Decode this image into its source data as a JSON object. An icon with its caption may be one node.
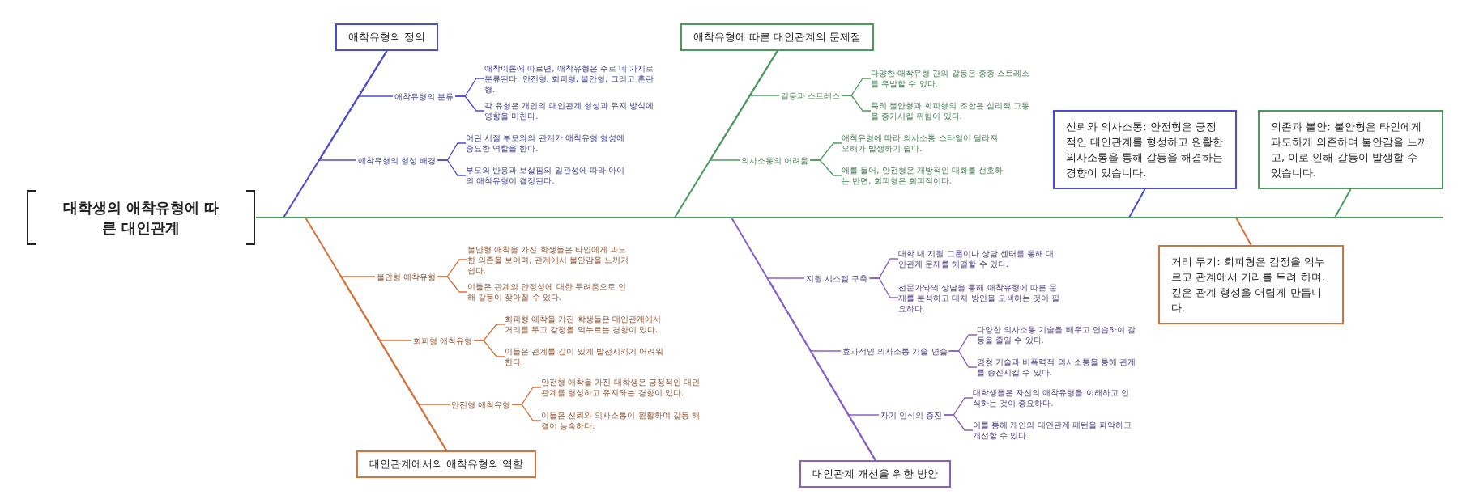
{
  "diagram": {
    "nodes": [
      {
        "text": [
          "대학생의 애착유형에 따른 대인관계"
        ]
      },
      {
        "text": [
          "애착유형의 정의"
        ]
      },
      {
        "text": [
          "애착유형의 분류"
        ]
      },
      {
        "text": [
          "애착이론에 따르면, 애착유형은 주로 네 가지로 분류된다: 안전형, 회피형, 불안형, 그리고 혼란형."
        ]
      },
      {
        "text": [
          "각 유형은 개인의 대인관계 형성과 유지 방식에 영향을 미친다."
        ]
      },
      {
        "text": [
          "애착유형의 형성 배경"
        ]
      },
      {
        "text": [
          "어린 시절 부모와의 관계가 애착유형 형성에 중요한 역할을 한다."
        ]
      },
      {
        "text": [
          "부모의 반응과 보살핌의 일관성에 따라 아이의 애착유형이 결정된다."
        ]
      },
      {
        "text": [
          "애착유형에 따른 대인관계의 문제점"
        ]
      },
      {
        "text": [
          "갈등과 스트레스"
        ]
      },
      {
        "text": [
          "다양한 애착유형 간의 갈등은 종종 스트레스를 유발할 수 있다."
        ]
      },
      {
        "text": [
          "특히 불안형과 회피형의 조합은 심리적 고통을 증가시킬 위험이 있다."
        ]
      },
      {
        "text": [
          "의사소통의 어려움"
        ]
      },
      {
        "text": [
          "애착유형에 따라 의사소통 스타일이 달라져 오해가 발생하기 쉽다."
        ]
      },
      {
        "text": [
          "예를 들어, 안전형은 개방적인 대화를 선호하는 반면, 회피형은 회피적이다."
        ]
      },
      {
        "text": [
          "신뢰와 의사소통: 안전형은 긍정적인 대인관계를 형성하고 원활한 의사소통을 통해 갈등을 해결하는 경향이 있습니다."
        ]
      },
      {
        "text": [
          "의존과 불안: 불안형은 타인에게 과도하게 의존하며 불안감을 느끼고, 이로 인해 갈등이 발생할 수 있습니다."
        ]
      },
      {
        "text": [
          "대인관계에서의 애착유형의 역할"
        ]
      },
      {
        "text": [
          "불안형 애착유형"
        ]
      },
      {
        "text": [
          "불안형 애착을 가진 학생들은 타인에게 과도한 의존을 보이며, 관계에서 불안감을 느끼기 쉽다."
        ]
      },
      {
        "text": [
          "이들은 관계의 안정성에 대한 두려움으로 인해 갈등이 잦아질 수 있다."
        ]
      },
      {
        "text": [
          "회피형 애착유형"
        ]
      },
      {
        "text": [
          "회피형 애착을 가진 학생들은 대인관계에서 거리를 두고 감정을 억누르는 경향이 있다."
        ]
      },
      {
        "text": [
          "이들은 관계를 깊이 있게 발전시키기 어려워한다."
        ]
      },
      {
        "text": [
          "안전형 애착유형"
        ]
      },
      {
        "text": [
          "안전형 애착을 가진 대학생은 긍정적인 대인관계를 형성하고 유지하는 경향이 있다."
        ]
      },
      {
        "text": [
          "이들은 신뢰와 의사소통이 원활하여 갈등 해결이 능숙하다."
        ]
      },
      {
        "text": [
          "대인관계 개선을 위한 방안"
        ]
      },
      {
        "text": [
          "지원 시스템 구축"
        ]
      },
      {
        "text": [
          "대학 내 지원 그룹이나 상담 센터를 통해 대인관계 문제를 해결할 수 있다."
        ]
      },
      {
        "text": [
          "전문가와의 상담을 통해 애착유형에 따른 문제를 분석하고 대처 방안을 모색하는 것이 필요하다."
        ]
      },
      {
        "text": [
          "효과적인 의사소통 기술 연습"
        ]
      },
      {
        "text": [
          "다양한 의사소통 기술을 배우고 연습하여 갈등을 줄일 수 있다."
        ]
      },
      {
        "text": [
          "경청 기술과 비폭력적 의사소통을 통해 관계를 증진시킬 수 있다."
        ]
      },
      {
        "text": [
          "자기 인식의 증진"
        ]
      },
      {
        "text": [
          "대학생들은 자신의 애착유형을 이해하고 인식하는 것이 중요하다."
        ]
      },
      {
        "text": [
          "이를 통해 개인의 대인관계 패턴을 파악하고 개선할 수 있다."
        ]
      },
      {
        "text": [
          "거리 두기: 회피형은 감정을 억누르고 관계에서 거리를 두려 하며, 깊은 관계 형성을 어렵게 만듭니다."
        ]
      }
    ],
    "edges": [
      {
        "from": 1,
        "to": 0,
        "arrow": "none",
        "color": "#4b4bd4"
      },
      {
        "from": 2,
        "to": 1,
        "arrow": "none",
        "color": "#4b4bd4"
      },
      {
        "from": 3,
        "to": 2,
        "arrow": "none",
        "color": "#4b4bd4"
      },
      {
        "from": 4,
        "to": 2,
        "arrow": "none",
        "color": "#4b4bd4"
      },
      {
        "from": 5,
        "to": 1,
        "arrow": "none",
        "color": "#4b4bd4"
      },
      {
        "from": 6,
        "to": 5,
        "arrow": "none",
        "color": "#4b4bd4"
      },
      {
        "from": 7,
        "to": 5,
        "arrow": "none",
        "color": "#4b4bd4"
      },
      {
        "from": 8,
        "to": 0,
        "arrow": "none",
        "color": "#4c9a5e"
      },
      {
        "from": 9,
        "to": 8,
        "arrow": "none",
        "color": "#4c9a5e"
      },
      {
        "from": 10,
        "to": 9,
        "arrow": "none",
        "color": "#4c9a5e"
      },
      {
        "from": 11,
        "to": 9,
        "arrow": "none",
        "color": "#4c9a5e"
      },
      {
        "from": 12,
        "to": 8,
        "arrow": "none",
        "color": "#4c9a5e"
      },
      {
        "from": 13,
        "to": 12,
        "arrow": "none",
        "color": "#4c9a5e"
      },
      {
        "from": 14,
        "to": 12,
        "arrow": "none",
        "color": "#4c9a5e"
      },
      {
        "from": 15,
        "to": 0,
        "arrow": "none",
        "color": "#4b4bd4"
      },
      {
        "from": 16,
        "to": 0,
        "arrow": "none",
        "color": "#4c9a5e"
      },
      {
        "from": 17,
        "to": 0,
        "arrow": "none",
        "color": "#d6733c"
      },
      {
        "from": 18,
        "to": 17,
        "arrow": "none",
        "color": "#d6733c"
      },
      {
        "from": 19,
        "to": 18,
        "arrow": "none",
        "color": "#d6733c"
      },
      {
        "from": 20,
        "to": 18,
        "arrow": "none",
        "color": "#d6733c"
      },
      {
        "from": 21,
        "to": 17,
        "arrow": "none",
        "color": "#d6733c"
      },
      {
        "from": 22,
        "to": 21,
        "arrow": "none",
        "color": "#d6733c"
      },
      {
        "from": 23,
        "to": 21,
        "arrow": "none",
        "color": "#d6733c"
      },
      {
        "from": 24,
        "to": 17,
        "arrow": "none",
        "color": "#d6733c"
      },
      {
        "from": 25,
        "to": 24,
        "arrow": "none",
        "color": "#d6733c"
      },
      {
        "from": 26,
        "to": 24,
        "arrow": "none",
        "color": "#d6733c"
      },
      {
        "from": 27,
        "to": 0,
        "arrow": "none",
        "color": "#8a5fc9"
      },
      {
        "from": 28,
        "to": 27,
        "arrow": "none",
        "color": "#8a5fc9"
      },
      {
        "from": 29,
        "to": 28,
        "arrow": "none",
        "color": "#8a5fc9"
      },
      {
        "from": 30,
        "to": 28,
        "arrow": "none",
        "color": "#8a5fc9"
      },
      {
        "from": 31,
        "to": 27,
        "arrow": "none",
        "color": "#8a5fc9"
      },
      {
        "from": 32,
        "to": 31,
        "arrow": "none",
        "color": "#8a5fc9"
      },
      {
        "from": 33,
        "to": 31,
        "arrow": "none",
        "color": "#8a5fc9"
      },
      {
        "from": 34,
        "to": 27,
        "arrow": "none",
        "color": "#8a5fc9"
      },
      {
        "from": 35,
        "to": 34,
        "arrow": "none",
        "color": "#8a5fc9"
      },
      {
        "from": 36,
        "to": 34,
        "arrow": "none",
        "color": "#8a5fc9"
      },
      {
        "from": 37,
        "to": 0,
        "arrow": "none",
        "color": "#d6733c"
      }
    ]
  }
}
